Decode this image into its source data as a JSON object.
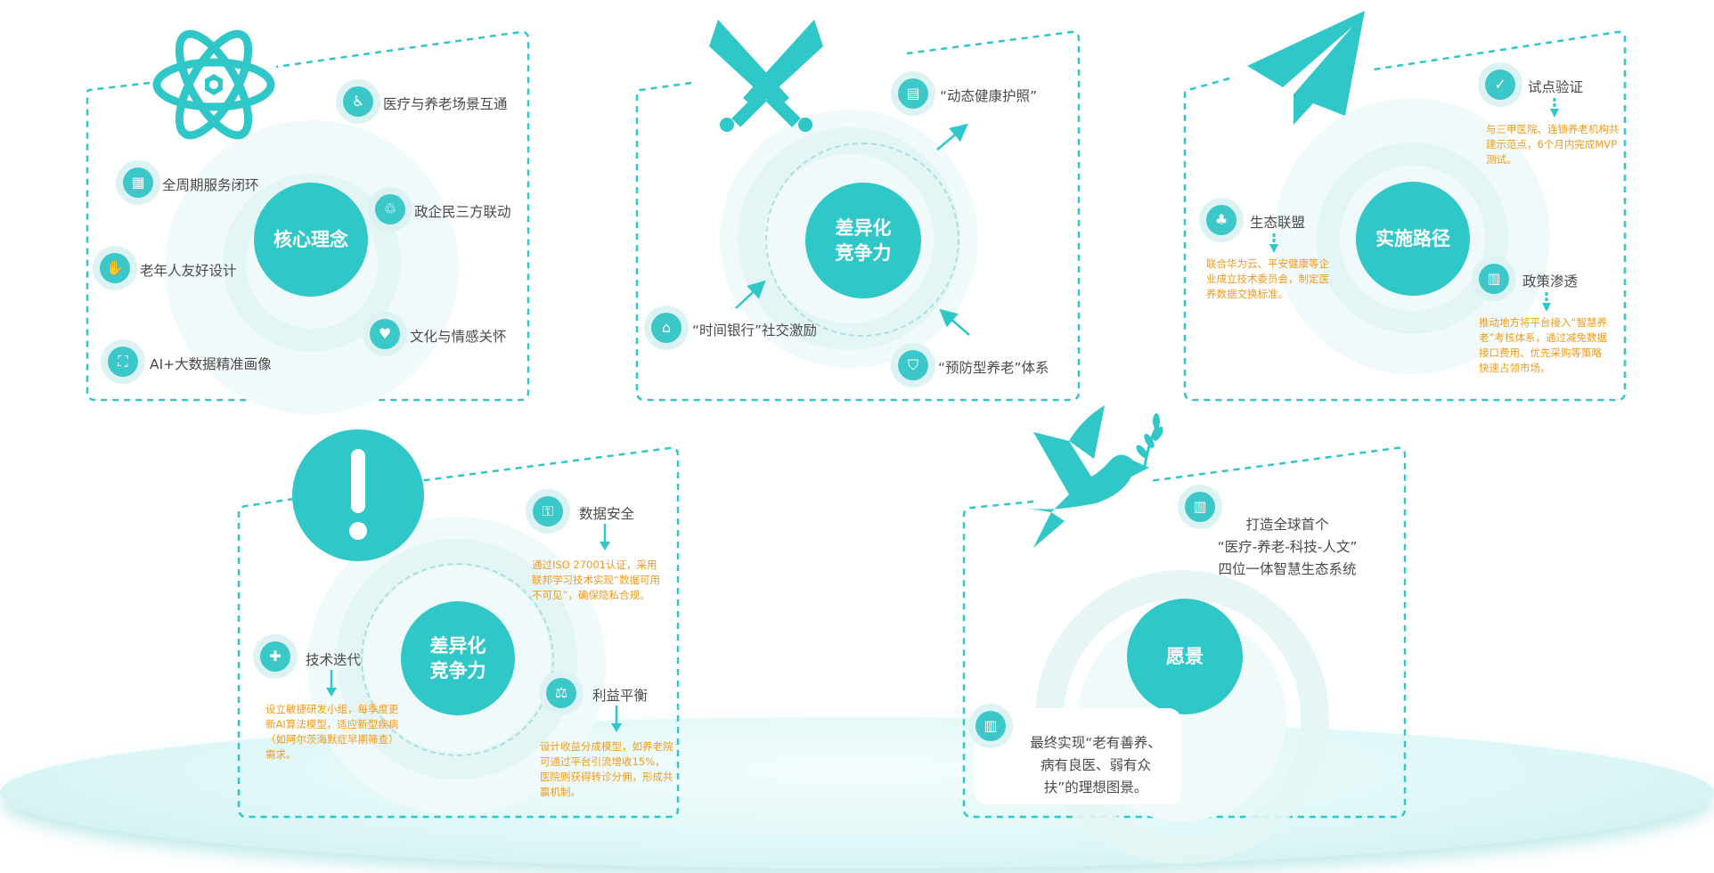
{
  "colors": {
    "accent": "#2fc7c7",
    "ring_light": "#e3f5f5",
    "desc_orange": "#f39a1b",
    "text": "#4a4a4a"
  },
  "panel1": {
    "title": "核心理念",
    "big_icon": "atom-icon",
    "items": [
      {
        "label": "医疗与养老场景互通",
        "icon": "elder-cane-icon"
      },
      {
        "label": "全周期服务闭环",
        "icon": "calendar-icon"
      },
      {
        "label": "政企民三方联动",
        "icon": "recycle-icon"
      },
      {
        "label": "老年人友好设计",
        "icon": "handshake-icon"
      },
      {
        "label": "文化与情感关怀",
        "icon": "heart-icon"
      },
      {
        "label": "AI+大数据精准画像",
        "icon": "face-scan-icon"
      }
    ]
  },
  "panel2": {
    "title_line1": "差异化",
    "title_line2": "竞争力",
    "big_icon": "crossed-swords-icon",
    "items": [
      {
        "label": "“动态健康护照”",
        "icon": "passport-icon"
      },
      {
        "label": "“时间银行”社交激励",
        "icon": "bank-icon"
      },
      {
        "label": "“预防型养老”体系",
        "icon": "shield-icon"
      }
    ]
  },
  "panel3": {
    "title": "实施路径",
    "big_icon": "paper-plane-icon",
    "items": [
      {
        "label": "试点验证",
        "icon": "shield-check-icon",
        "desc": "与三甲医院、连锁养老机构共建示范点，6个月内完成MVP测试。"
      },
      {
        "label": "生态联盟",
        "icon": "trees-icon",
        "desc": "联合华为云、平安健康等企业成立技术委员会，制定医养数据交换标准。"
      },
      {
        "label": "政策渗透",
        "icon": "book-icon",
        "desc": "推动地方将平台接入“智慧养老”考核体系，通过减免数据接口费用、优先采购等策略快速占领市场。"
      }
    ]
  },
  "panel4": {
    "title_line1": "差异化",
    "title_line2": "竞争力",
    "big_icon": "exclamation-icon",
    "items": [
      {
        "label": "数据安全",
        "icon": "lock-icon",
        "desc": "通过ISO 27001认证，采用联邦学习技术实现“数据可用不可见”，确保隐私合规。"
      },
      {
        "label": "技术迭代",
        "icon": "puzzle-icon",
        "desc": "设立敏捷研发小组，每季度更新AI算法模型，适应新型疾病（如阿尔茨海默症早期筛查）需求。"
      },
      {
        "label": "利益平衡",
        "icon": "scale-icon",
        "desc": "设计收益分成模型，如养老院可通过平台引流增收15%，医院则获得转诊分佣，形成共赢机制。"
      }
    ]
  },
  "panel5": {
    "title": "愿景",
    "big_icon": "dove-icon",
    "top_line1": "打造全球首个",
    "top_line2": "“医疗-养老-科技-人文”",
    "top_line3": "四位一体智慧生态系统",
    "top_icon": "open-book-icon",
    "bottom_line1": "最终实现“老有善养、",
    "bottom_line2": "病有良医、弱有众",
    "bottom_line3": "扶”的理想图景。",
    "bottom_icon": "open-book-icon"
  }
}
